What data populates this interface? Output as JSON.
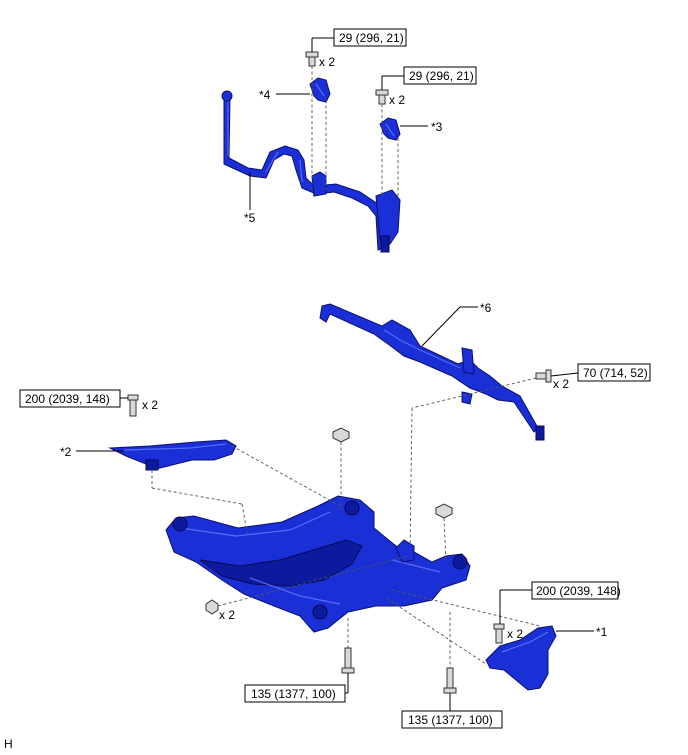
{
  "torques": {
    "stabilizer_bracket_top": "29 (296, 21)",
    "stabilizer_bracket_right": "29 (296, 21)",
    "steering_gear": "70 (714, 52)",
    "lower_arm_left": "200 (2039, 148)",
    "lower_arm_right": "200 (2039, 148)",
    "crossmember_bolt_left": "135 (1377, 100)",
    "crossmember_bolt_right": "135 (1377, 100)"
  },
  "quantities": {
    "q1": "x 2",
    "q2": "x 2",
    "q3": "x 2",
    "q4": "x 2",
    "q5": "x 2",
    "q6": "x 2"
  },
  "callouts": {
    "c1": "*1",
    "c2": "*2",
    "c3": "*3",
    "c4": "*4",
    "c5": "*5",
    "c6": "*6"
  },
  "corner_letter": "H",
  "colors": {
    "part_blue": "#1a2fd6",
    "part_dark": "#0d1a9e"
  }
}
